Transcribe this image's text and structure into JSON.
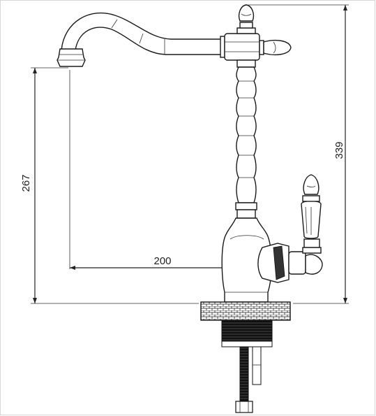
{
  "dimensions": {
    "spout_height": "267",
    "spout_reach": "200",
    "total_height": "339"
  }
}
